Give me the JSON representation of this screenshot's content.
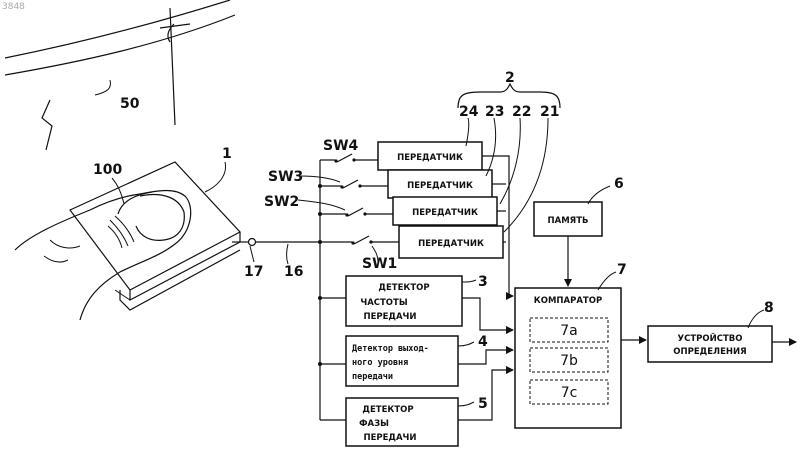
{
  "watermark": "3848",
  "labels": {
    "cable": "50",
    "finger": "100",
    "sensor": "1",
    "tx_group": "2",
    "tx24": "24",
    "tx23": "23",
    "tx22": "22",
    "tx21": "21",
    "node17": "17",
    "line16": "16",
    "sw4": "SW4",
    "sw3": "SW3",
    "sw2": "SW2",
    "sw1": "SW1",
    "memory_num": "6",
    "comparator_num": "7",
    "determiner_num": "8",
    "det_freq_num": "3",
    "det_level_num": "4",
    "det_phase_num": "5"
  },
  "transmitters": [
    "ПЕРЕДАТЧИК",
    "ПЕРЕДАТЧИК",
    "ПЕРЕДАТЧИК",
    "ПЕРЕДАТЧИК"
  ],
  "memory": "ПАМЯТЬ",
  "comparator": {
    "title": "КОМПАРАТОР",
    "parts": [
      "7a",
      "7b",
      "7c"
    ]
  },
  "determiner": [
    "УСТРОЙСТВО",
    "ОПРЕДЕЛЕНИЯ"
  ],
  "det_freq": [
    "ДЕТЕКТОР",
    "ЧАСТОТЫ",
    "ПЕРЕДАЧИ"
  ],
  "det_level": [
    "Детектор выход-",
    "ного уровня",
    "передачи"
  ],
  "det_phase": [
    "ДЕТЕКТОР",
    "ФАЗЫ",
    "ПЕРЕДАЧИ"
  ]
}
